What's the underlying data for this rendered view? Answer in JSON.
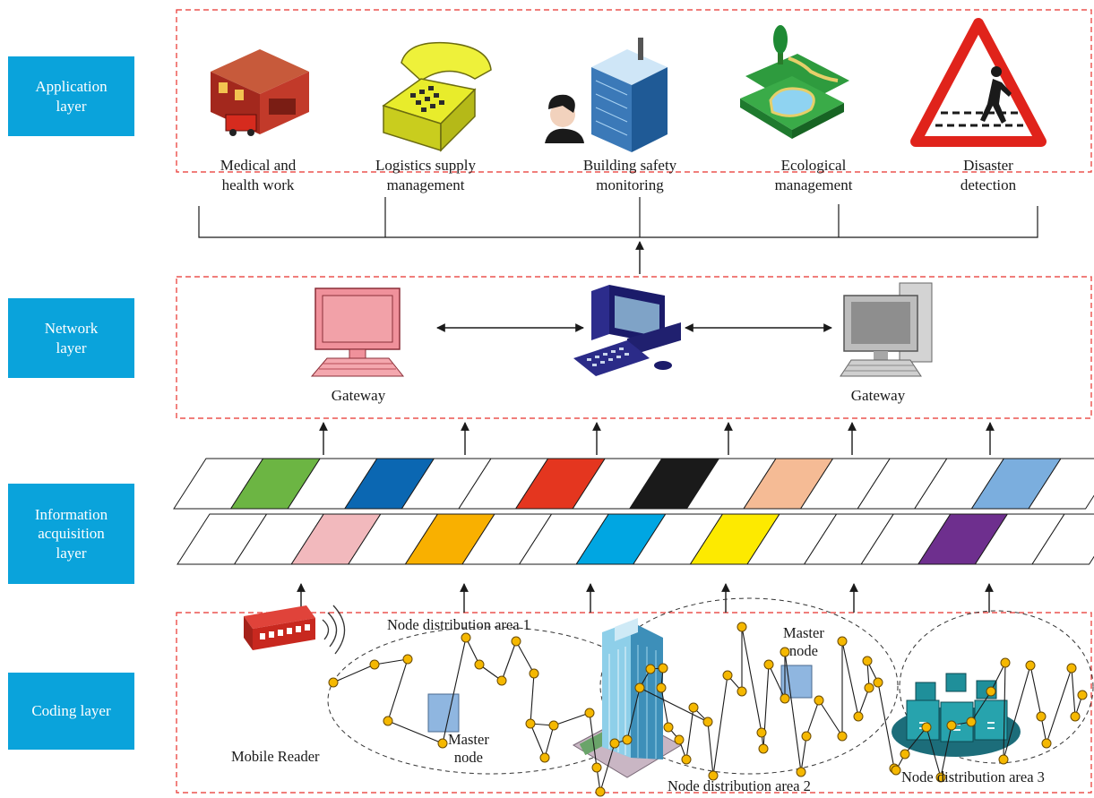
{
  "layers": [
    {
      "label": "Application\nlayer"
    },
    {
      "label": "Network\nlayer"
    },
    {
      "label": "Information\nacquisition\nlayer"
    },
    {
      "label": "Coding layer"
    }
  ],
  "applications": [
    {
      "label": "Medical and\nhealth work",
      "icon": "fire-station-icon"
    },
    {
      "label": "Logistics supply\nmanagement",
      "icon": "telephone-icon"
    },
    {
      "label": "Building safety\nmonitoring",
      "icon": "office-building-icon"
    },
    {
      "label": "Ecological\nmanagement",
      "icon": "park-map-icon"
    },
    {
      "label": "Disaster\ndetection",
      "icon": "warning-sign-icon"
    }
  ],
  "network": {
    "gateway_left": "Gateway",
    "gateway_right": "Gateway"
  },
  "acquisition": {
    "top_strip_colors": [
      "#ffffff",
      "#6cb543",
      "#ffffff",
      "#0b67b2",
      "#ffffff",
      "#ffffff",
      "#e4361f",
      "#ffffff",
      "#1a1a1a",
      "#ffffff",
      "#f5bb95",
      "#ffffff",
      "#ffffff",
      "#ffffff",
      "#7baede",
      "#ffffff"
    ],
    "bottom_strip_colors": [
      "#ffffff",
      "#ffffff",
      "#f2b9bd",
      "#ffffff",
      "#f9b000",
      "#ffffff",
      "#ffffff",
      "#00a6e2",
      "#ffffff",
      "#fdea00",
      "#ffffff",
      "#ffffff",
      "#ffffff",
      "#6e2f8e",
      "#ffffff",
      "#ffffff"
    ]
  },
  "coding": {
    "area1": "Node distribution area 1",
    "area2": "Node distribution area 2",
    "area3": "Node distribution area 3",
    "master_node_1": "Master\nnode",
    "master_node_2": "Master\nnode",
    "mobile_reader": "Mobile Reader"
  },
  "colors": {
    "label_bg": "#0aa3db",
    "frame_dash": "#e8312c",
    "node_fill": "#f5b800",
    "master_node": "#8fb6e0"
  }
}
